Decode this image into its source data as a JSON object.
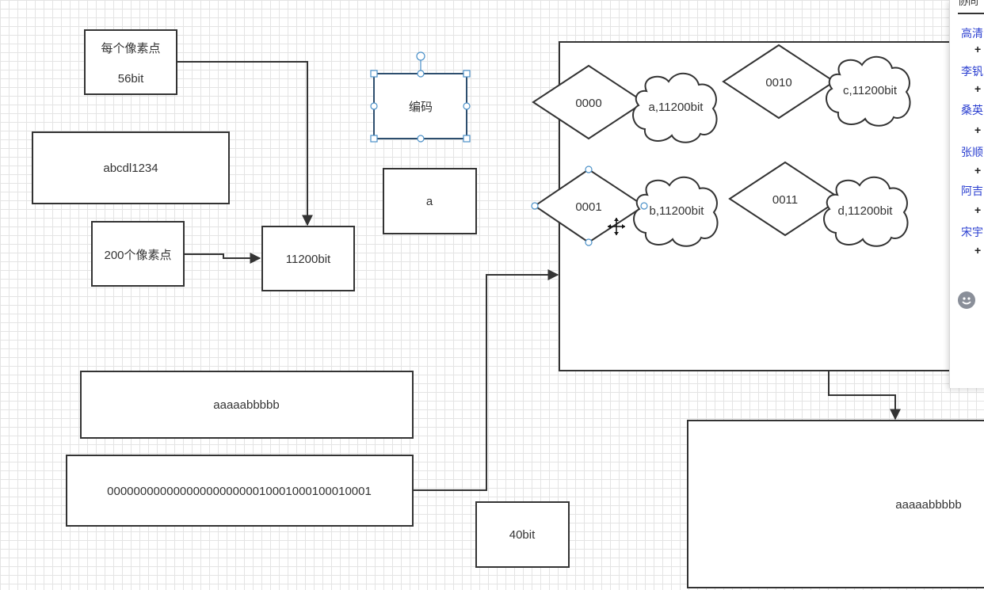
{
  "canvas": {
    "pixels_box": {
      "line1": "每个像素点",
      "line2": "56bit"
    },
    "string_box": "abcdl1234",
    "count_box": "200个像素点",
    "result_box": "11200bit",
    "encode_box": "编码",
    "a_box": "a",
    "source_box": "aaaaabbbbb",
    "binary_box": "0000000000000000000000010001000100010001",
    "bits_box": "40bit",
    "output_box": "aaaaabbbbb",
    "diamonds": [
      "0000",
      "0010",
      "0001",
      "0011"
    ],
    "clouds": [
      "a,11200bit",
      "c,11200bit",
      "b,11200bit",
      "d,11200bit"
    ]
  },
  "side_panel": {
    "header": "协同",
    "members": [
      "高清",
      "李钒",
      "桑英",
      "张顺",
      "阿吉",
      "宋宇"
    ],
    "add_label": "+",
    "emoji_icon": "smile-icon"
  }
}
